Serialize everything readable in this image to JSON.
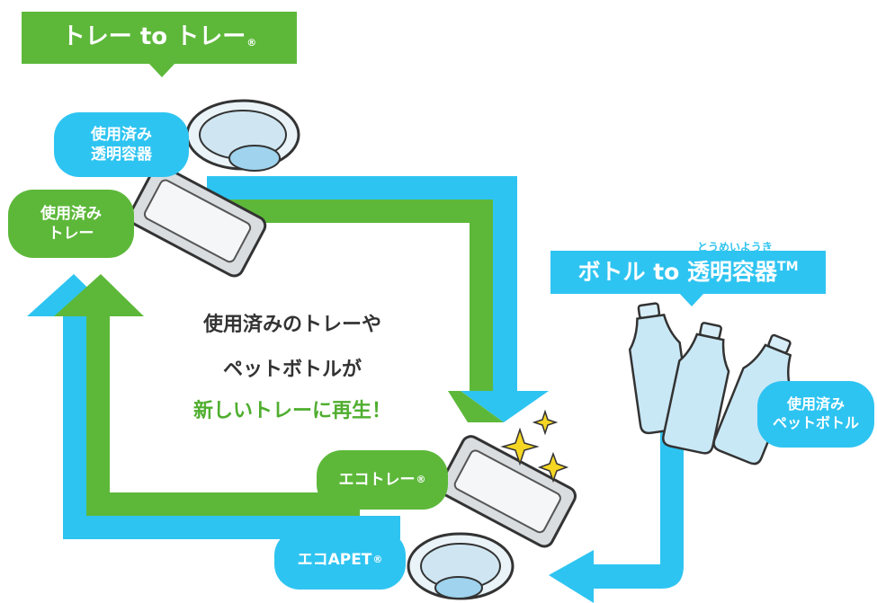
{
  "title_tray": {
    "text": "トレー to トレー",
    "mark": "®"
  },
  "title_bottle": {
    "ruby": "とうめいようき",
    "text": "ボトル to 透明容器",
    "mark": "TM"
  },
  "labels": {
    "used_clear_container_1": "使用済み",
    "used_clear_container_2": "透明容器",
    "used_tray_1": "使用済み",
    "used_tray_2": "トレー",
    "used_bottle_1": "使用済み",
    "used_bottle_2": "ペットボトル",
    "eco_tray": "エコトレー",
    "eco_tray_mark": "®",
    "eco_apet": "エコAPET",
    "eco_apet_mark": "®"
  },
  "center": {
    "line1": "使用済みのトレーや",
    "line2": "ペットボトルが",
    "line3": "新しいトレーに再生！"
  },
  "colors": {
    "green": "#5db83a",
    "blue": "#2ec4f1",
    "dark_text": "#333333",
    "green_text": "#4fae2f",
    "sparkle": "#f5d623"
  }
}
